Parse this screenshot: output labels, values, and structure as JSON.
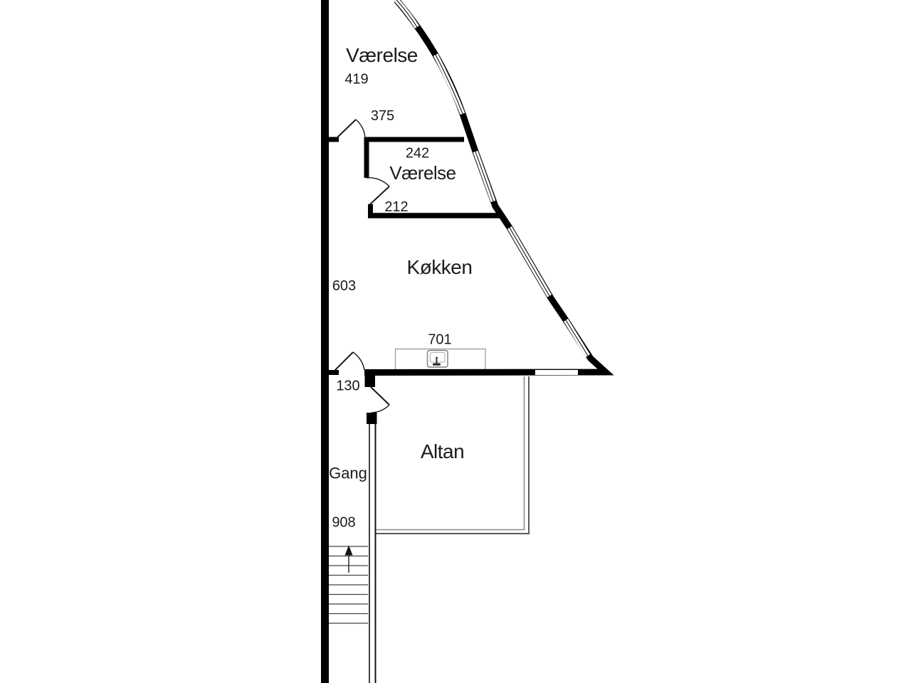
{
  "document": {
    "type_description": "apartment floor plan drawing",
    "background_color": "#ffffff"
  },
  "labels": {
    "room1_name": "Værelse",
    "room1_dim": "419",
    "room1_door_dim": "375",
    "room2_dim_top": "242",
    "room2_name": "Værelse",
    "room2_dim_bottom": "212",
    "kitchen_name": "Køkken",
    "kitchen_dim_left": "603",
    "kitchen_counter_dim": "701",
    "kitchen_door_dim": "130",
    "balcony_name": "Altan",
    "hallway_name": "Gang",
    "hallway_dim": "908"
  },
  "colors": {
    "wall": "#000000",
    "text": "#1b1b1b",
    "counter_outline": "#9a9a9a",
    "stair_tread": "#454545",
    "balcony_railing": "#5a5a5a"
  },
  "icons": {
    "sink": "kitchen-sink-icon",
    "stairs_arrow": "stairs-up-arrow-icon"
  }
}
